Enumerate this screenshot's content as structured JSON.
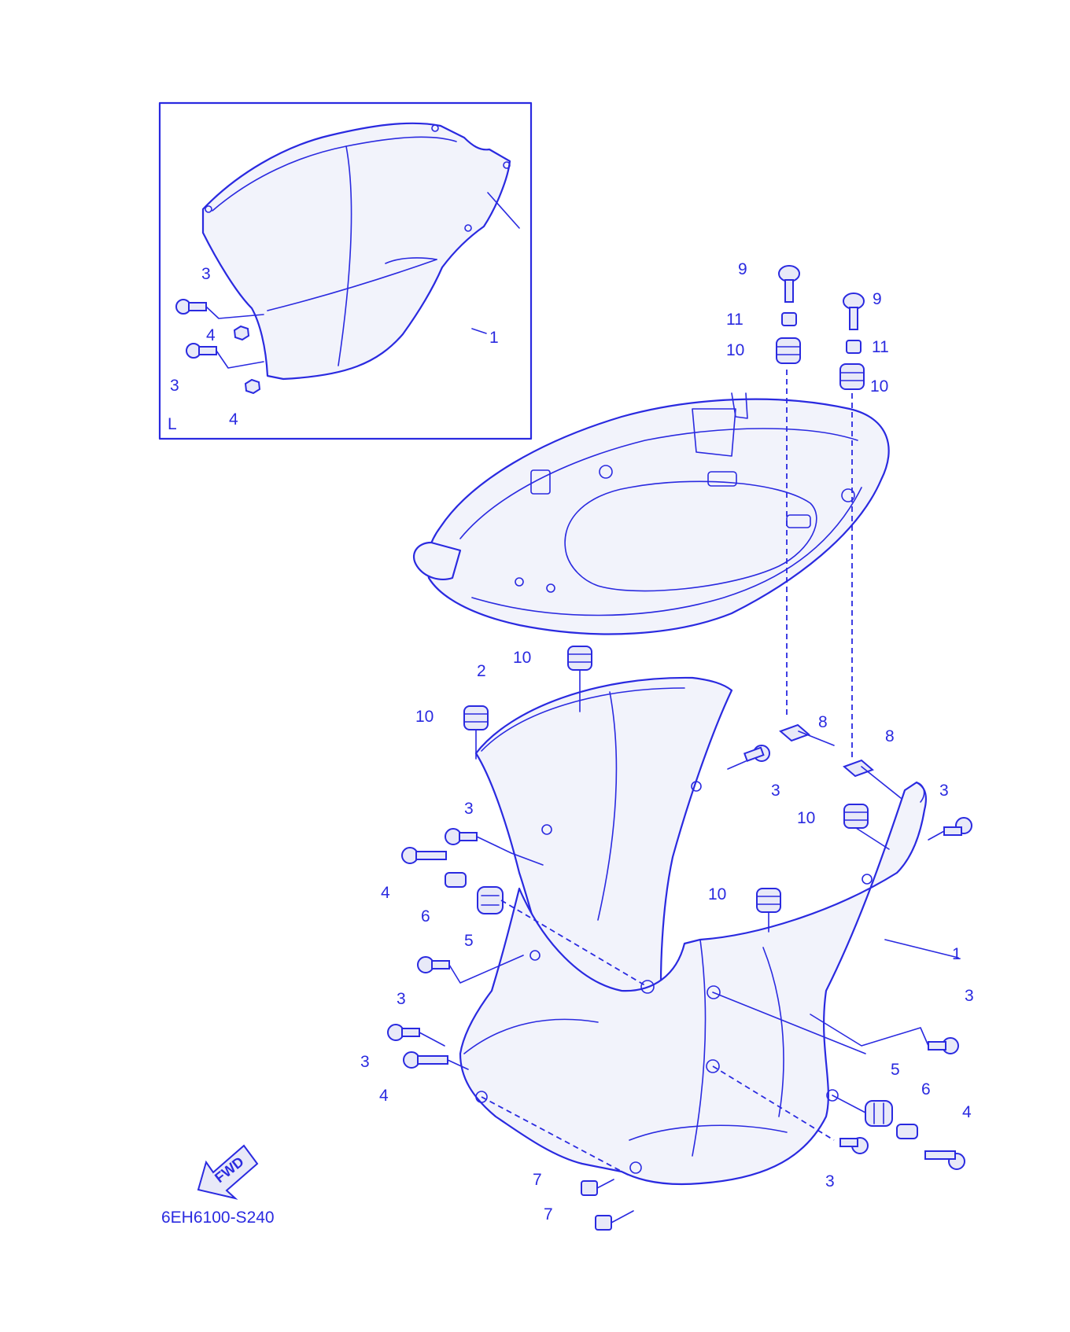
{
  "diagram": {
    "code": "6EH6100-S240",
    "inset_label": "L",
    "fwd_label": "FWD",
    "callouts": [
      {
        "id": "c01",
        "text": "3"
      },
      {
        "id": "c02",
        "text": "4"
      },
      {
        "id": "c03",
        "text": "3"
      },
      {
        "id": "c04",
        "text": "4"
      },
      {
        "id": "c05",
        "text": "1"
      },
      {
        "id": "c06",
        "text": "9"
      },
      {
        "id": "c07",
        "text": "11"
      },
      {
        "id": "c08",
        "text": "10"
      },
      {
        "id": "c09",
        "text": "9"
      },
      {
        "id": "c10",
        "text": "11"
      },
      {
        "id": "c11",
        "text": "10"
      },
      {
        "id": "c12",
        "text": "10"
      },
      {
        "id": "c13",
        "text": "2"
      },
      {
        "id": "c14",
        "text": "10"
      },
      {
        "id": "c15",
        "text": "8"
      },
      {
        "id": "c16",
        "text": "8"
      },
      {
        "id": "c17",
        "text": "3"
      },
      {
        "id": "c18",
        "text": "3"
      },
      {
        "id": "c19",
        "text": "3"
      },
      {
        "id": "c20",
        "text": "10"
      },
      {
        "id": "c21",
        "text": "4"
      },
      {
        "id": "c22",
        "text": "6"
      },
      {
        "id": "c23",
        "text": "5"
      },
      {
        "id": "c24",
        "text": "10"
      },
      {
        "id": "c25",
        "text": "1"
      },
      {
        "id": "c26",
        "text": "3"
      },
      {
        "id": "c27",
        "text": "3"
      },
      {
        "id": "c28",
        "text": "3"
      },
      {
        "id": "c29",
        "text": "4"
      },
      {
        "id": "c30",
        "text": "5"
      },
      {
        "id": "c31",
        "text": "6"
      },
      {
        "id": "c32",
        "text": "4"
      },
      {
        "id": "c33",
        "text": "3"
      },
      {
        "id": "c34",
        "text": "7"
      },
      {
        "id": "c35",
        "text": "7"
      }
    ]
  },
  "colors": {
    "ink": "#2a2ae0",
    "part_fill": "#f2f3fb",
    "background": "#ffffff"
  }
}
